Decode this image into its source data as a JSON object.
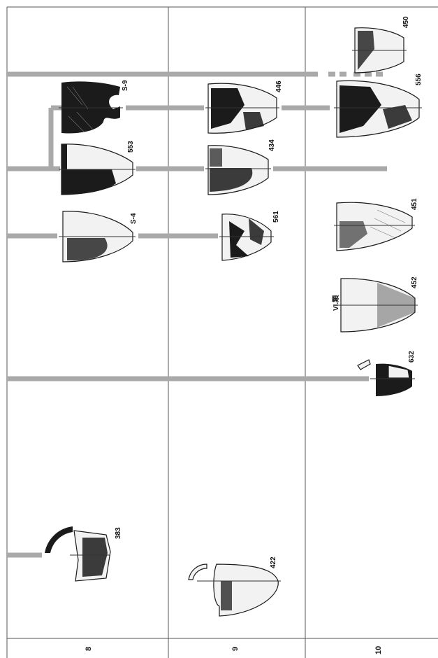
{
  "phases": [
    "8",
    "9",
    "10"
  ],
  "vessels": {
    "v383": "383",
    "v422": "422",
    "vS4": "S-4",
    "v553": "553",
    "vS9": "S-9",
    "v561": "561",
    "v434": "434",
    "v446": "446",
    "v632": "632",
    "v452": "452",
    "v451": "451",
    "v556": "556",
    "v450": "450"
  },
  "annotation": "VI.類"
}
